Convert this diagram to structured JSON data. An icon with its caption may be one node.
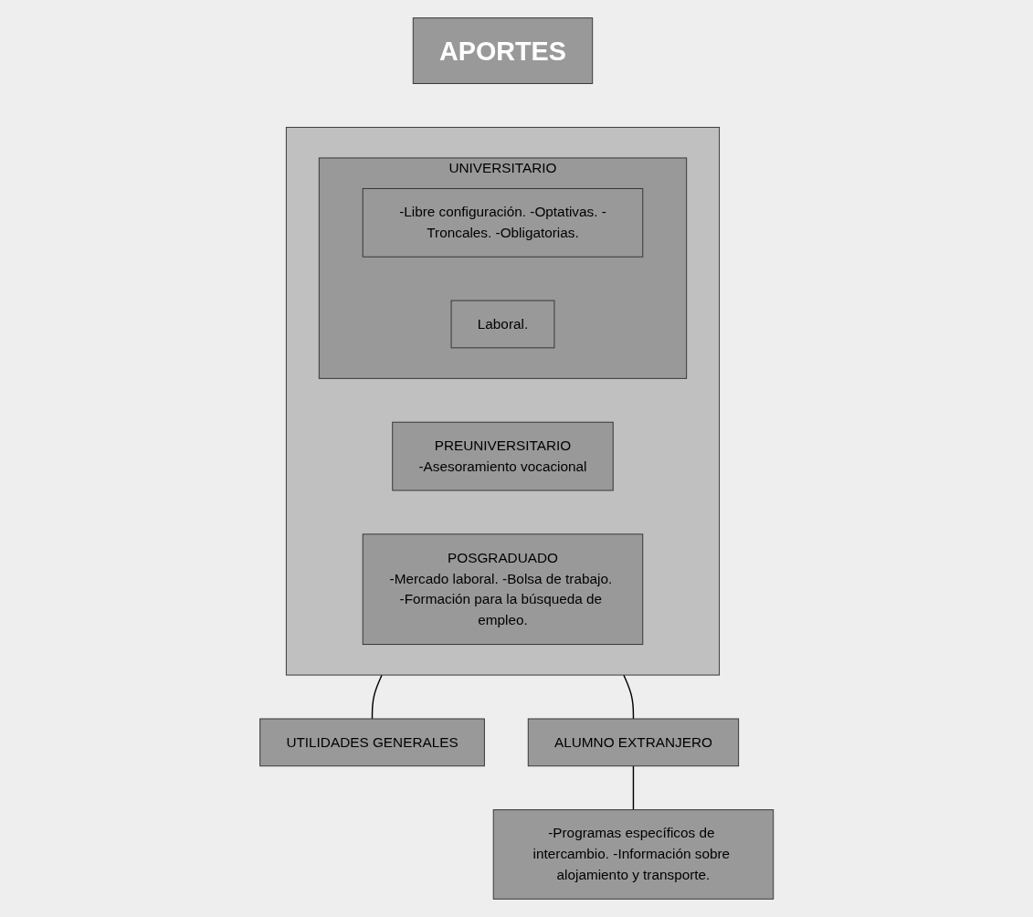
{
  "diagram": {
    "nodes": [
      {
        "text": [
          "APORTES"
        ]
      },
      {
        "text": [],
        "shape": "box"
      },
      {
        "text": [
          "PREUNIVERSITARIO",
          "-Asesoramiento vocacional"
        ],
        "in": 1
      },
      {
        "text": [
          "UNIVERSITARIO"
        ],
        "in": 1
      },
      {
        "text": [
          "-Libre configuración. -Optativas. -Troncales. -Obligatorias."
        ],
        "in": 3
      },
      {
        "text": [
          "Laboral."
        ],
        "in": 3
      },
      {
        "text": [
          "POSGRADUADO",
          "-Mercado laboral. -Bolsa de trabajo. -Formación para la búsqueda de empleo."
        ],
        "in": 1
      },
      {
        "text": [
          "UTILIDADES GENERALES"
        ]
      },
      {
        "text": [
          "ALUMNO EXTRANJERO"
        ]
      },
      {
        "text": [
          "-Programas específicos de intercambio. -Información sobre alojamiento y transporte."
        ]
      }
    ],
    "edges": [
      {
        "from": 1,
        "to": 7,
        "arrow": "none"
      },
      {
        "from": 1,
        "to": 8,
        "arrow": "none"
      },
      {
        "from": 8,
        "to": 9,
        "arrow": "none"
      }
    ]
  }
}
